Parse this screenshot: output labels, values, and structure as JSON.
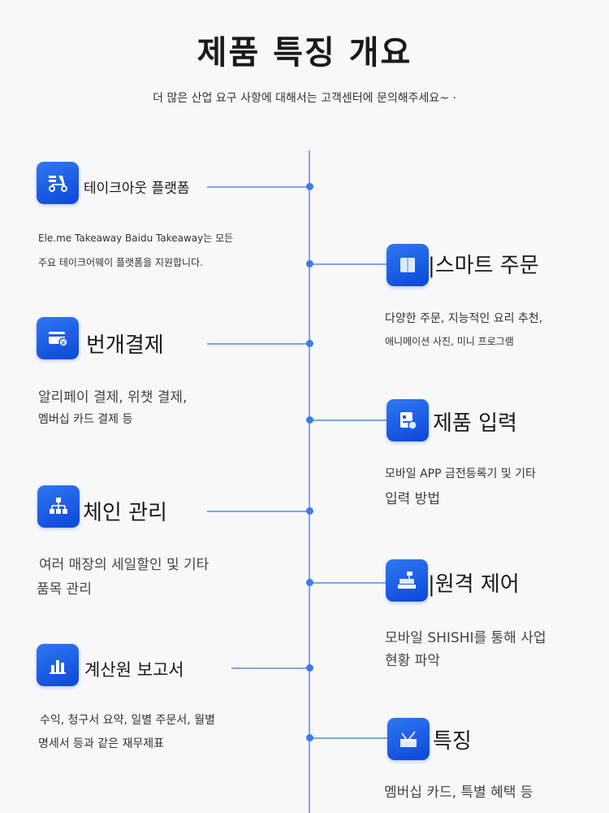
{
  "header": {
    "title": "제품 특징 개요",
    "subtitle": "더 많은 산업 요구 사항에 대해서는 고객센터에 문의해주세요~ ·"
  },
  "features": [
    {
      "icon": "scooter-icon",
      "title": "테이크아웃 플랫폼",
      "desc": [
        "Ele.me Takeaway Baidu Takeaway는 모든",
        "주요 테이크어웨이 플랫폼을 지원합니다."
      ]
    },
    {
      "icon": "book-icon",
      "title": "|스마트 주문",
      "desc": [
        "다양한 주문, 지능적인 요리 추천,",
        "애니메이션 사진, 미니 프로그램"
      ]
    },
    {
      "icon": "card-icon",
      "title": "번개결제",
      "desc": [
        "알리페이 결제, 위챗 결제,",
        "멤버십 카드 결제 등"
      ]
    },
    {
      "icon": "form-icon",
      "title": "제품 입력",
      "desc": [
        "모바일 APP 금전등록기 및 기타",
        "입력 방법"
      ]
    },
    {
      "icon": "hierarchy-icon",
      "title": "체인 관리",
      "desc": [
        "여러 매장의 세일할인 및 기타",
        "품목 관리"
      ]
    },
    {
      "icon": "cash-register-icon",
      "title": "|원격 제어",
      "desc": [
        "모바일 SHISHI를 통해 사업",
        "현황 파악"
      ]
    },
    {
      "icon": "bar-chart-icon",
      "title": "계산원 보고서",
      "desc": [
        "수익, 청구서 요약, 일별 주문서, 월별",
        "명세서 등과 같은 재무제표"
      ]
    },
    {
      "icon": "gift-box-icon",
      "title": "특징",
      "desc": [
        "멤버십 카드, 특별 혜택 등"
      ]
    }
  ]
}
